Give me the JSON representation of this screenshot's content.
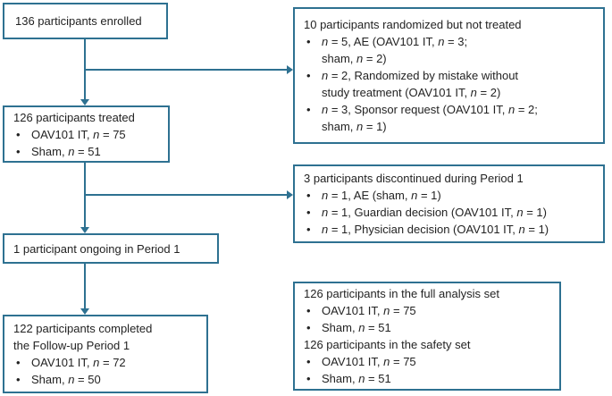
{
  "colors": {
    "accent": "#2e7191",
    "text": "#232323",
    "background": "#ffffff"
  },
  "boxes": {
    "enrolled": {
      "title": "136 participants enrolled"
    },
    "not_treated": {
      "title": "10 participants randomized but not treated",
      "bullets": [
        "n = 5, AE (OAV101 IT, n = 3;\nsham, n = 2)",
        "n = 2, Randomized by mistake without\nstudy treatment (OAV101 IT, n = 2)",
        "n = 3, Sponsor request (OAV101 IT, n = 2;\nsham, n = 1)"
      ]
    },
    "treated": {
      "title": "126 participants treated",
      "bullets": [
        "OAV101 IT, n = 75",
        "Sham, n = 51"
      ]
    },
    "discontinued": {
      "title": "3 participants discontinued during Period 1",
      "bullets": [
        "n = 1, AE (sham, n = 1)",
        "n = 1, Guardian decision (OAV101 IT, n = 1)",
        "n = 1, Physician decision (OAV101 IT, n = 1)"
      ]
    },
    "ongoing": {
      "title": "1 participant ongoing in Period 1"
    },
    "completed": {
      "title": "122 participants completed\nthe Follow-up Period 1",
      "bullets": [
        "OAV101 IT, n = 72",
        "Sham, n = 50"
      ]
    },
    "analysis_sets": {
      "full_analysis": {
        "title": "126 participants in the full analysis set",
        "bullets": [
          "OAV101 IT, n = 75",
          "Sham, n = 51"
        ]
      },
      "safety": {
        "title": "126 participants in the safety set",
        "bullets": [
          "OAV101 IT, n = 75",
          "Sham, n = 51"
        ]
      }
    }
  }
}
